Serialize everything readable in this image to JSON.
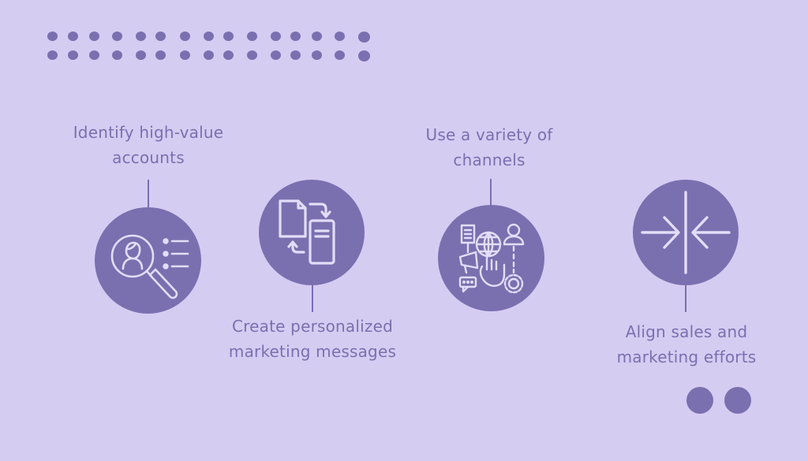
{
  "decoration": {
    "dot_rows": 2,
    "dots_per_row": 15,
    "dot_x": [
      66,
      92,
      119,
      148,
      178,
      203,
      234,
      264,
      289,
      319,
      349,
      374,
      401,
      430,
      460
    ],
    "dot_y": [
      46,
      70
    ],
    "corner_dots": 2
  },
  "steps": [
    {
      "label_line1": "Identify high-value",
      "label_line2": "accounts",
      "icon": "magnifier-user-list-icon",
      "label_position": "above"
    },
    {
      "label_line1": "Create personalized",
      "label_line2": "marketing messages",
      "icon": "document-exchange-icon",
      "label_position": "below"
    },
    {
      "label_line1": "Use a variety of",
      "label_line2": "channels",
      "icon": "multichannel-marketing-icon",
      "label_position": "above"
    },
    {
      "label_line1": "Align sales and",
      "label_line2": "marketing efforts",
      "icon": "converging-arrows-icon",
      "label_position": "below"
    }
  ],
  "colors": {
    "background": "#d5ccf2",
    "accent": "#7a70b0",
    "icon_stroke": "#e3ddf8"
  }
}
